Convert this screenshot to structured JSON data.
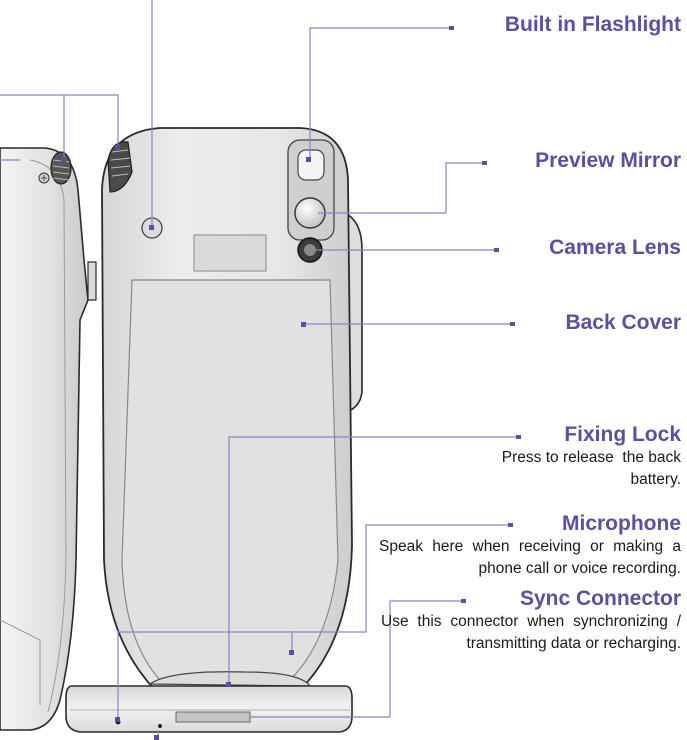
{
  "callouts": {
    "flashlight": {
      "title": "Built in Flashlight"
    },
    "mirror": {
      "title": "Preview Mirror"
    },
    "lens": {
      "title": "Camera Lens"
    },
    "back_cover": {
      "title": "Back Cover"
    },
    "fixing_lock": {
      "title": "Fixing Lock",
      "desc_line1": "Press to release  the back",
      "desc_line2": "battery."
    },
    "microphone": {
      "title": "Microphone",
      "desc": "Speak here when receiving or making a phone call or voice recording."
    },
    "sync": {
      "title": "Sync Connector",
      "desc": "Use this connector when synchronizing / transmitting data or recharging."
    }
  },
  "colors": {
    "accent": "#5a4fa0",
    "leader_line": "#8a82c0",
    "device_body": "#e6e6e6",
    "device_outline": "#2a2a2a"
  }
}
